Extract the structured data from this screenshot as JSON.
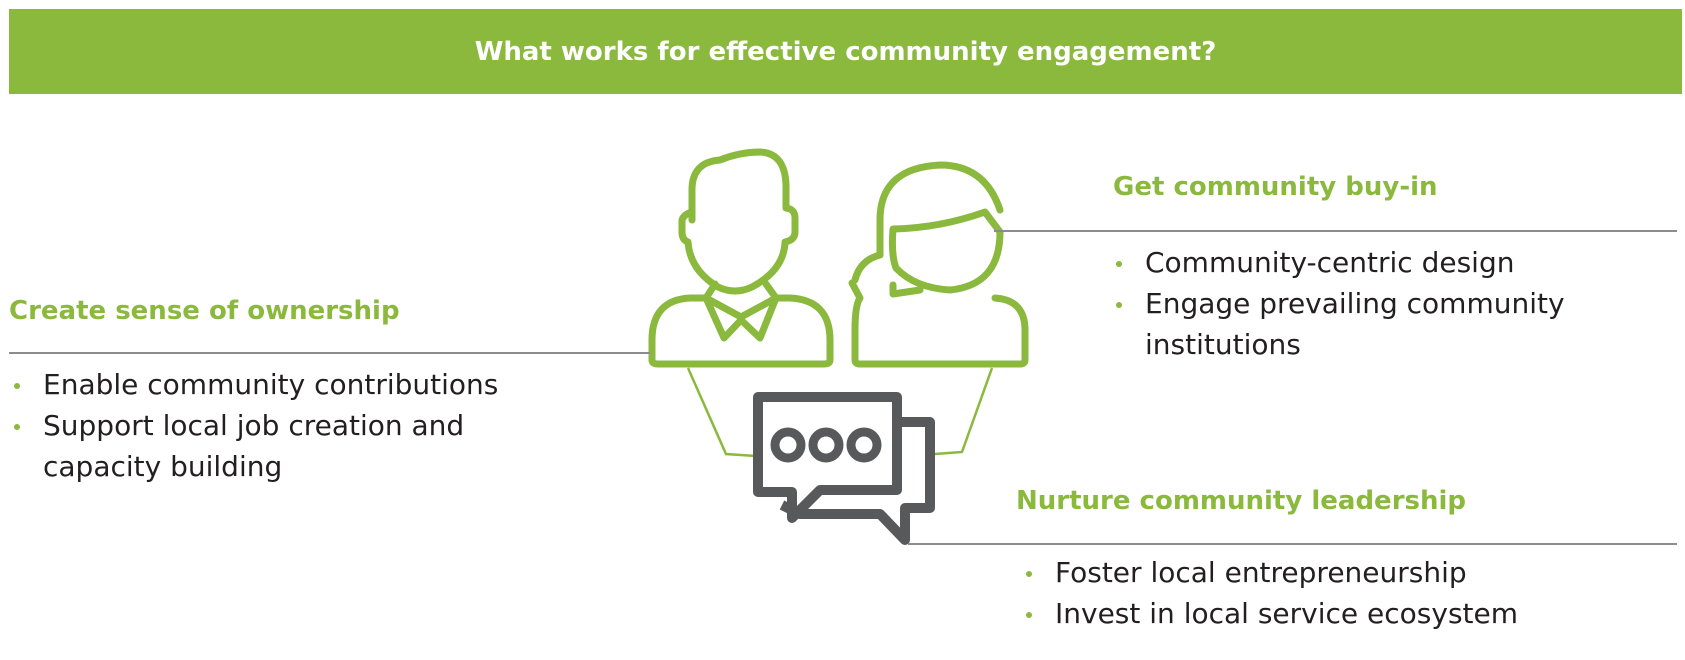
{
  "title": "What works for effective community engagement?",
  "sections": {
    "buy_in": {
      "heading": "Get community buy-in",
      "items": [
        "Community-centric design",
        "Engage prevailing community institutions"
      ]
    },
    "ownership": {
      "heading": "Create sense of ownership",
      "items": [
        "Enable community contributions",
        "Support local job creation and capacity building"
      ]
    },
    "leadership": {
      "heading": "Nurture community leadership",
      "items": [
        "Foster local entrepreneurship",
        "Invest in local service ecosystem"
      ]
    }
  },
  "colors": {
    "accent": "#8ab93e",
    "icon_gray": "#58595b",
    "rule": "#8c8c8c"
  },
  "icons": [
    "man-icon",
    "woman-icon",
    "chat-bubbles-icon"
  ]
}
